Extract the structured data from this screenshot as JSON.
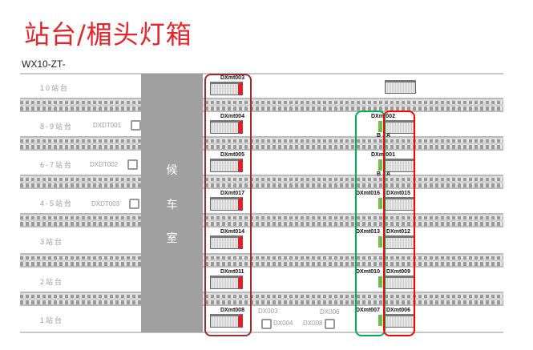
{
  "title": "站台/楣头灯箱",
  "code": "WX10-ZT-",
  "hall": [
    "候",
    "车",
    "室"
  ],
  "platforms": [
    "10站台",
    "8-9站台",
    "6-7站台",
    "4-5站台",
    "3站台",
    "2站台",
    "1站台"
  ],
  "left_boxes": [
    "DXmt003",
    "DXmt004",
    "DXmt005",
    "DXmt017",
    "DXmt014",
    "DXmt011",
    "DXmt008"
  ],
  "right_boxes": [
    {
      "center": "DXmt002",
      "b": "B",
      "a": "A"
    },
    {
      "center": "DXmt001",
      "b": "B",
      "a": "A"
    },
    {
      "left": "DXmt016",
      "right": "DXmt015"
    },
    {
      "left": "DXmt013",
      "right": "DXmt012"
    },
    {
      "left": "DXmt010",
      "right": "DXmt009"
    },
    {
      "left": "DXmt007",
      "right": "DXmt006"
    }
  ],
  "doors": [
    "DXDT001",
    "DXDT002",
    "DXDT003"
  ],
  "dx": {
    "dx003": "DX003",
    "dx004": "DX004",
    "dx008": "DX008",
    "dx006": "DX006"
  },
  "colors": {
    "title": "#e8242a",
    "left_group": "#9b2d2d",
    "green_group": "#00b050",
    "red_group": "#ff0000"
  }
}
